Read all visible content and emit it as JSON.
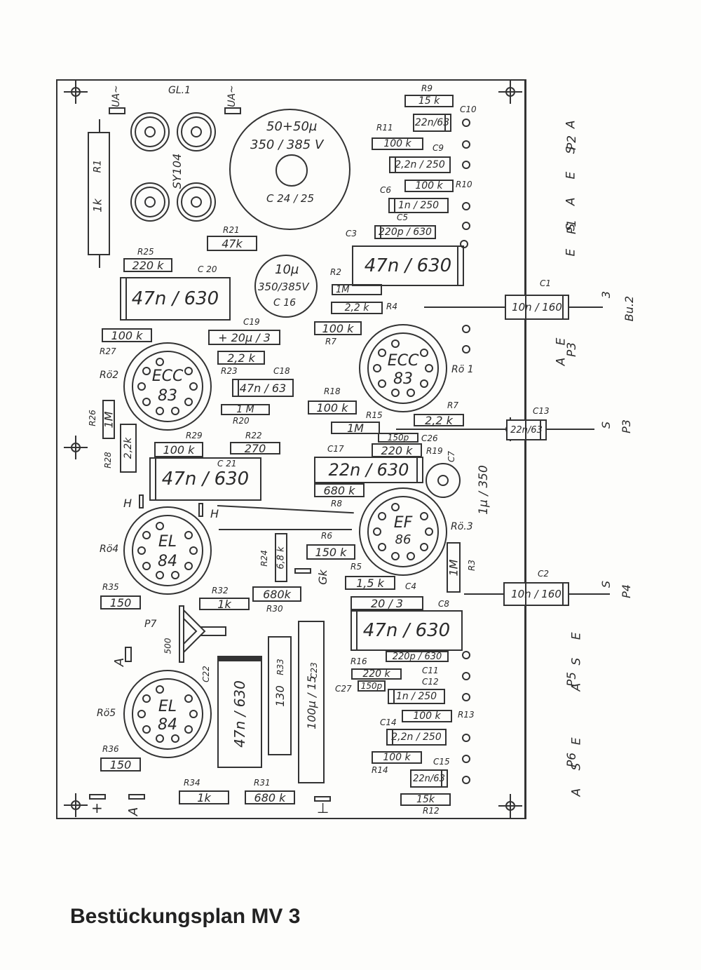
{
  "title": "Bestückungsplan MV 3",
  "rectifier": {
    "label": "GL.1",
    "type": "SY104",
    "ua_left": "UA~",
    "ua_right": "UA~"
  },
  "c24_25": {
    "value_line1": "50+50µ",
    "value_line2": "350 / 385 V",
    "name": "C 24 / 25"
  },
  "c16": {
    "value_line1": "10µ",
    "value_line2": "350/385V",
    "name": "C 16"
  },
  "resistors": {
    "R1": {
      "name": "R1",
      "value": "1k"
    },
    "R2": {
      "name": "R2",
      "value": "1M"
    },
    "R3": {
      "name": "R3",
      "value": "1M"
    },
    "R4": {
      "name": "R4",
      "value": "2,2 k"
    },
    "R5": {
      "name": "R5",
      "value": "1,5 k"
    },
    "R6": {
      "name": "R6",
      "value": "150 k"
    },
    "R7a": {
      "name": "R7",
      "value": "100 k"
    },
    "R7b": {
      "name": "R7",
      "value": "2,2 k"
    },
    "R8": {
      "name": "R8",
      "value": "680 k"
    },
    "R9": {
      "name": "R9",
      "value": "15 k"
    },
    "R10": {
      "name": "R10",
      "value": "100 k"
    },
    "R11": {
      "name": "R11",
      "value": "100 k"
    },
    "R12": {
      "name": "R12",
      "value": "15k"
    },
    "R13": {
      "name": "R13",
      "value": "100 k"
    },
    "R14": {
      "name": "R14",
      "value": "100 k"
    },
    "R15": {
      "name": "R15",
      "value": "1M"
    },
    "R16": {
      "name": "R16",
      "value": "220 k"
    },
    "R18": {
      "name": "R18",
      "value": "100 k"
    },
    "R19": {
      "name": "R19",
      "value": "220 k"
    },
    "R20": {
      "name": "R20",
      "value": "1 M"
    },
    "R21": {
      "name": "R21",
      "value": "47k"
    },
    "R22": {
      "name": "R22",
      "value": "270"
    },
    "R23": {
      "name": "R23",
      "value": "2,2 k"
    },
    "R24": {
      "name": "R24",
      "value": "6,8 k"
    },
    "R25": {
      "name": "R25",
      "value": "220 k"
    },
    "R26": {
      "name": "R26",
      "value": "1M"
    },
    "R27": {
      "name": "R27",
      "value": "100 k"
    },
    "R28": {
      "name": "R28",
      "value": "2,2k"
    },
    "R29": {
      "name": "R29",
      "value": "100 k"
    },
    "R30": {
      "name": "R30",
      "value": "680k"
    },
    "R31": {
      "name": "R31",
      "value": "680 k"
    },
    "R32": {
      "name": "R32",
      "value": "1k"
    },
    "R33": {
      "name": "R33",
      "value": "130"
    },
    "R34": {
      "name": "R34",
      "value": "1k"
    },
    "R35": {
      "name": "R35",
      "value": "150"
    },
    "R36": {
      "name": "R36",
      "value": "150"
    }
  },
  "capacitors": {
    "C1": {
      "name": "C1",
      "value": "10n / 160"
    },
    "C2": {
      "name": "C2",
      "value": "10n / 160"
    },
    "C3": {
      "name": "C3",
      "value": "47n / 630"
    },
    "C4": {
      "name": "C4",
      "value": "20 / 3"
    },
    "C5": {
      "name": "C5",
      "value": "220p / 630"
    },
    "C6": {
      "name": "C6",
      "value": "1n / 250"
    },
    "C7": {
      "name": "C7",
      "value": "1µ / 350"
    },
    "C8": {
      "name": "C8",
      "value": "47n / 630"
    },
    "C9": {
      "name": "C9",
      "value": "2,2n / 250"
    },
    "C10": {
      "name": "C10",
      "value": "22n/63"
    },
    "C11": {
      "name": "C11",
      "value": "220p / 630"
    },
    "C12": {
      "name": "C12",
      "value": "1n / 250"
    },
    "C13": {
      "name": "C13",
      "value": "22n/63"
    },
    "C14": {
      "name": "C14",
      "value": "2,2n / 250"
    },
    "C15": {
      "name": "C15",
      "value": "22n/63"
    },
    "C17": {
      "name": "C17",
      "value": "22n / 630"
    },
    "C18": {
      "name": "C18",
      "value": "47n / 63"
    },
    "C19": {
      "name": "C19",
      "value": "+ 20µ / 3"
    },
    "C20": {
      "name": "C 20",
      "value": "47n / 630"
    },
    "C21": {
      "name": "C 21",
      "value": "47n / 630"
    },
    "C22": {
      "name": "C22",
      "value": "47n / 630"
    },
    "C23": {
      "name": "C23",
      "value": "100µ / 15"
    },
    "C26": {
      "name": "C26",
      "value": "150p"
    },
    "C27": {
      "name": "C27",
      "value": "150p"
    }
  },
  "tubes": {
    "Ro1": {
      "name": "Rö 1",
      "line1": "ECC",
      "line2": "83"
    },
    "Ro2": {
      "name": "Rö2",
      "line1": "ECC",
      "line2": "83"
    },
    "Ro3": {
      "name": "Rö.3",
      "line1": "EF",
      "line2": "86"
    },
    "Ro4": {
      "name": "Rö4",
      "line1": "EL",
      "line2": "84"
    },
    "Ro5": {
      "name": "Rö5",
      "line1": "EL",
      "line2": "84"
    }
  },
  "pot": {
    "name": "P7",
    "value": "500"
  },
  "connectors": {
    "P1": {
      "pins": "E S A",
      "name": "P1"
    },
    "P2": {
      "pins": "E S A",
      "name": "P2"
    },
    "Bu2": {
      "pin": "3",
      "name": "Bu.2"
    },
    "P3_top": {
      "pins": "A E",
      "name": "P3"
    },
    "P3": {
      "pin": "S",
      "name": "P3"
    },
    "P4": {
      "pin": "S",
      "name": "P4"
    },
    "P5": {
      "pins": "A S E",
      "name": "P5"
    },
    "P6": {
      "pins": "A S E",
      "name": "P6"
    }
  },
  "terminals": {
    "H1": "H",
    "H2": "H",
    "Gk": "Gk",
    "A1": "A",
    "A2": "A",
    "plus": "+",
    "ground": "⊥"
  }
}
